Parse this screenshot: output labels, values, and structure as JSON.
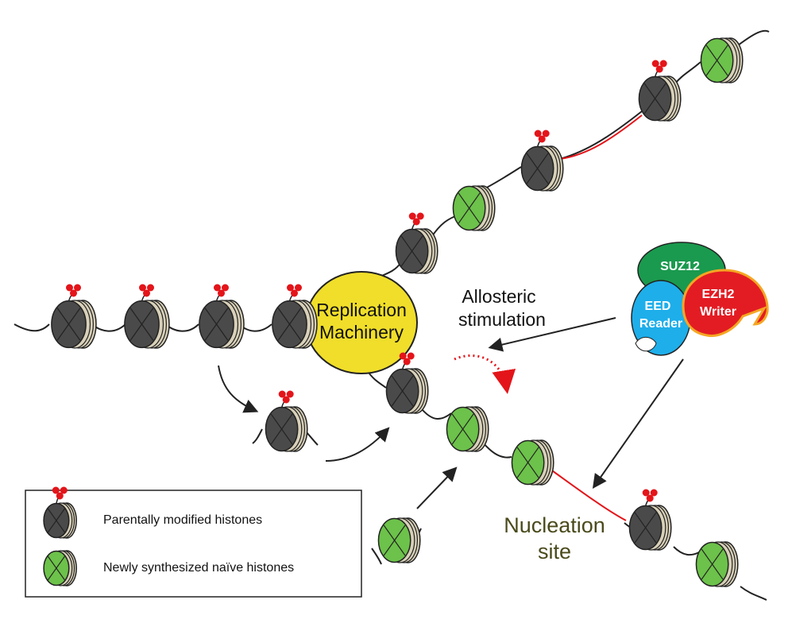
{
  "labels": {
    "replication_line1": "Replication",
    "replication_line2": "Machinery",
    "allosteric_line1": "Allosteric",
    "allosteric_line2": "stimulation",
    "suz12": "SUZ12",
    "eed_line1": "EED",
    "eed_line2": "Reader",
    "ezh2_line1": "EZH2",
    "ezh2_line2": "Writer",
    "nucleation_line1": "Nucleation",
    "nucleation_line2": "site"
  },
  "legend": {
    "parental": "Parentally modified histones",
    "naive": "Newly synthesized naïve histones"
  },
  "colors": {
    "parental_histone": "#4a4a4a",
    "naive_histone": "#6cc24a",
    "dna_wrap": "#d8d0b8",
    "mark": "#e3151a",
    "replication": "#f0de2a",
    "suz12": "#1a9a4e",
    "eed": "#1eaeea",
    "ezh2": "#e31c23",
    "ezh2_outline": "#f5a623",
    "nucleation_text": "#4a4a1c",
    "red_dna": "#e3151a"
  }
}
